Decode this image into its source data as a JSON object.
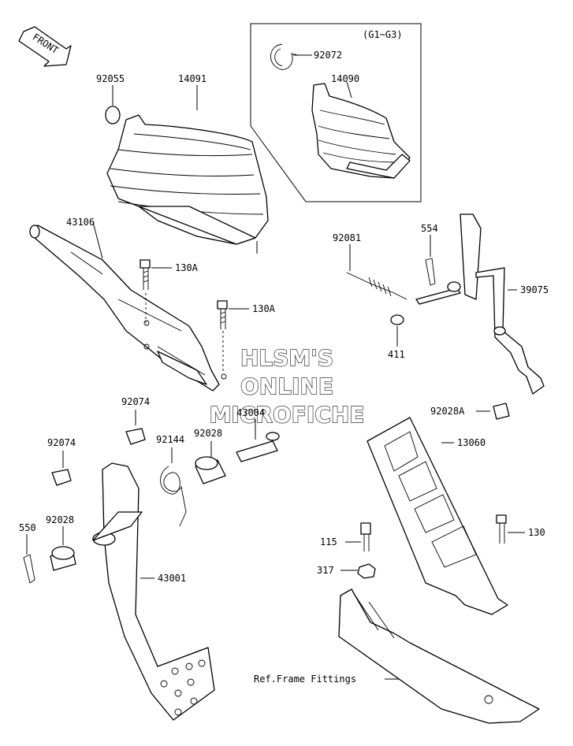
{
  "front_arrow": {
    "label": "FRONT"
  },
  "inset": {
    "label": "(G1~G3)"
  },
  "watermark": {
    "line1": "HLSM'S",
    "line2": "ONLINE",
    "line3": "MICROFICHE"
  },
  "parts": {
    "p92055": "92055",
    "p14091": "14091",
    "p92072": "92072",
    "p14090": "14090",
    "p43106": "43106",
    "p130A_1": "130A",
    "p130A_2": "130A",
    "p92081": "92081",
    "p554": "554",
    "p39075": "39075",
    "p411": "411",
    "p92074_1": "92074",
    "p43004": "43004",
    "p92028A": "92028A",
    "p92074_2": "92074",
    "p92144": "92144",
    "p92028_1": "92028",
    "p13060": "13060",
    "p550": "550",
    "p92028_2": "92028",
    "p115": "115",
    "p130": "130",
    "p317": "317",
    "p43001": "43001",
    "ref_frame": "Ref.Frame Fittings"
  }
}
